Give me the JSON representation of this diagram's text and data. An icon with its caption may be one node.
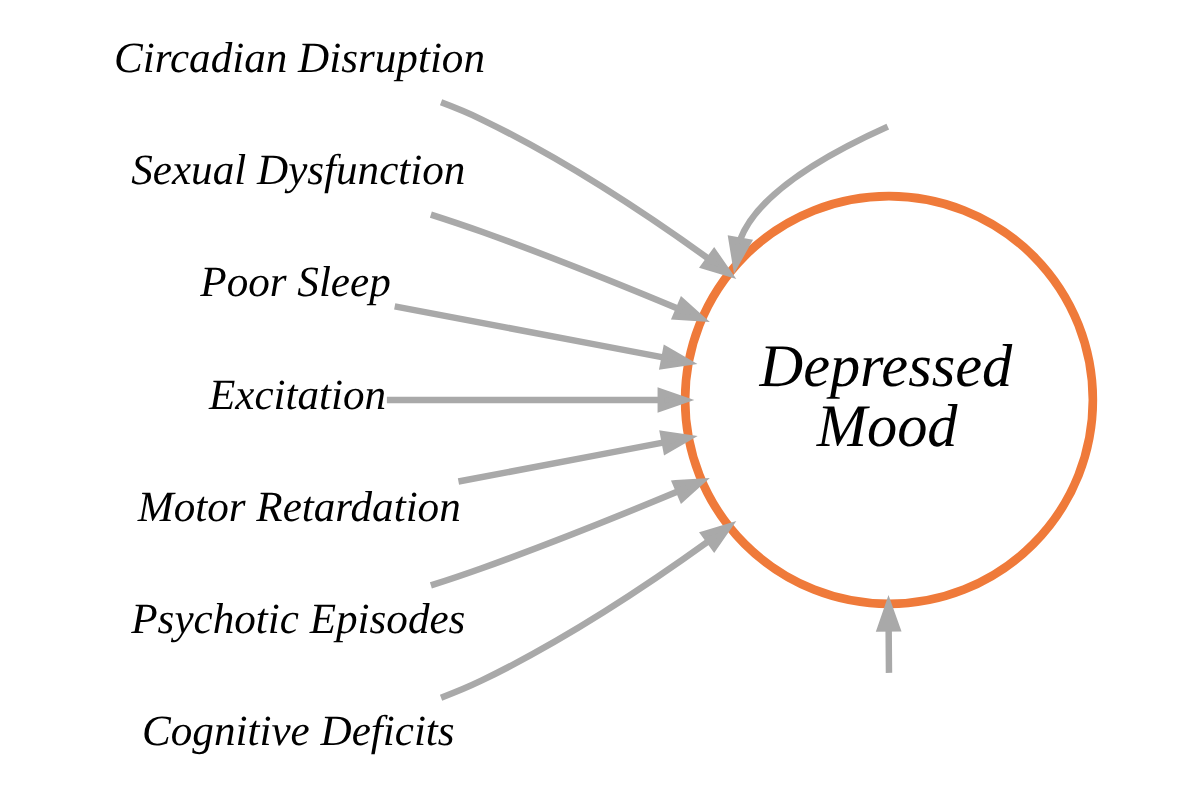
{
  "diagram": {
    "nodes": [
      {
        "text": [
          "Circadian Disruption"
        ]
      },
      {
        "text": [
          "Sexual Dysfunction"
        ]
      },
      {
        "text": [
          "Poor Sleep"
        ]
      },
      {
        "text": [
          "Excitation"
        ]
      },
      {
        "text": [
          "Motor Retardation"
        ]
      },
      {
        "text": [
          "Psychotic Episodes"
        ]
      },
      {
        "text": [
          "Cognitive Deficits"
        ]
      },
      {
        "text": [
          "Depressed Mood"
        ]
      }
    ],
    "edges": [
      {
        "from": null,
        "to": 7,
        "arrow": "to"
      },
      {
        "from": 0,
        "to": 7,
        "arrow": "to"
      },
      {
        "from": 1,
        "to": 7,
        "arrow": "to"
      },
      {
        "from": 2,
        "to": 7,
        "arrow": "to"
      },
      {
        "from": 3,
        "to": 7,
        "arrow": "to"
      },
      {
        "from": 4,
        "to": 7,
        "arrow": "to"
      },
      {
        "from": 5,
        "to": 7,
        "arrow": "to"
      },
      {
        "from": 6,
        "to": 7,
        "arrow": "to"
      },
      {
        "from": null,
        "to": 7,
        "arrow": "to"
      }
    ]
  }
}
